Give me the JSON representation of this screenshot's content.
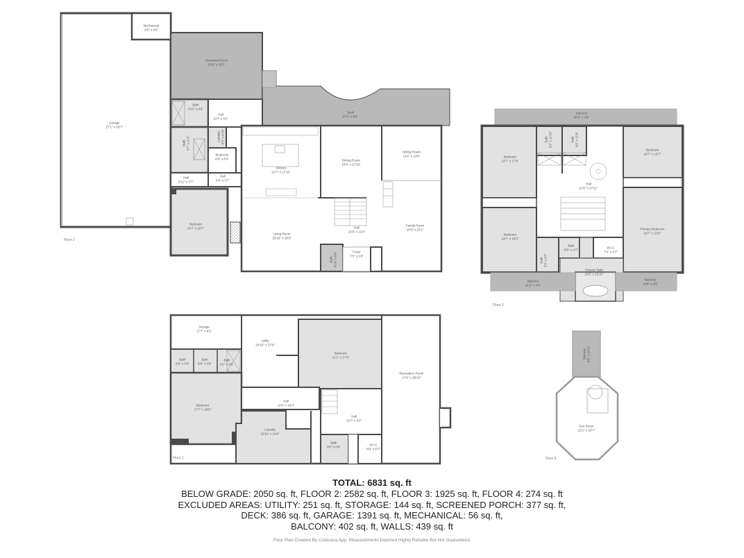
{
  "floors": [
    {
      "name": "Floor 2",
      "rooms": [
        {
          "name": "Garage",
          "size": "27'1\" x 53'7\""
        },
        {
          "name": "Mechanical",
          "size": "9'5\" x 6'0\""
        },
        {
          "name": "Screened Porch",
          "size": "22'9\" x 16'6\""
        },
        {
          "name": "Deck",
          "size": "47'4\" x 9'6\""
        },
        {
          "name": "Bath",
          "size": "8'11\" x 6'2\""
        },
        {
          "name": "Hall",
          "size": "13'7\" x 6'2\""
        },
        {
          "name": "Bath",
          "size": "8'7\" x 11'5\""
        },
        {
          "name": "Laundry",
          "size": "6'3\" x 4'10\""
        },
        {
          "name": "Mudroom",
          "size": "6'8\" x 6'4\""
        },
        {
          "name": "Hall",
          "size": "8'11\" x 3'7\""
        },
        {
          "name": "Hall",
          "size": "8'4\" x 3'7\""
        },
        {
          "name": "Kitchen",
          "size": "21'7\" x 17'10\""
        },
        {
          "name": "Dining Room",
          "size": "15'4\" x 17'10\""
        },
        {
          "name": "Sitting Room",
          "size": "14'6\" x 13'5\""
        },
        {
          "name": "Bedroom",
          "size": "14'7\" x 16'7\""
        },
        {
          "name": "Living Room",
          "size": "19'10\" x 18'9\""
        },
        {
          "name": "Hall",
          "size": "15'8\" x 12'4\""
        },
        {
          "name": "Family Room",
          "size": "14'9\" x 23'1\""
        },
        {
          "name": "Bath",
          "size": "6'10\" x 6'0\""
        },
        {
          "name": "Foyer",
          "size": "7'5\" x 6'9\""
        }
      ]
    },
    {
      "name": "Floor 3",
      "rooms": [
        {
          "name": "Balcony",
          "size": "60'0\" x 3'9\""
        },
        {
          "name": "Bedroom",
          "size": "13'7\" x 17'9\""
        },
        {
          "name": "Bath",
          "size": "6'2\" x 11'10\""
        },
        {
          "name": "Bath",
          "size": "6'5\" x 11'0\""
        },
        {
          "name": "Bedroom",
          "size": "14'7\" x 12'7\""
        },
        {
          "name": "Hall",
          "size": "21'5\" x 27'11\""
        },
        {
          "name": "Bedroom",
          "size": "13'7\" x 16'3\""
        },
        {
          "name": "Primary Bedroom",
          "size": "14'7\" x 21'5\""
        },
        {
          "name": "Bath",
          "size": "8'5\" x 4'7\""
        },
        {
          "name": "W.I.C",
          "size": "7'3\" x 4'7\""
        },
        {
          "name": "Bath",
          "size": "5'2\" x 8'7\""
        },
        {
          "name": "Primary Bath",
          "size": "10'0\" x 10'10\""
        },
        {
          "name": "Balcony",
          "size": "21'3\" x 4'5\""
        },
        {
          "name": "Balcony",
          "size": "14'6\" x 4'5\""
        }
      ]
    },
    {
      "name": "Floor 1",
      "rooms": [
        {
          "name": "Storage",
          "size": "17'7\" x 8'2\""
        },
        {
          "name": "Utility",
          "size": "20'10\" x 17'9\""
        },
        {
          "name": "Bedroom",
          "size": "21'1\" x 17'9\""
        },
        {
          "name": "Recreation Room",
          "size": "17'9\" x 36'10\""
        },
        {
          "name": "Bath",
          "size": "5'6\" x 5'5\""
        },
        {
          "name": "Bath",
          "size": "5'9\" x 5'5\""
        },
        {
          "name": "Bath",
          "size": "6'2\" x 5'5\""
        },
        {
          "name": "Bedroom",
          "size": "17'7\" x 18'0\""
        },
        {
          "name": "Hall",
          "size": "11'6\" x 10'3\""
        },
        {
          "name": "Laundry",
          "size": "19'11\" x 14'8\""
        },
        {
          "name": "Hall",
          "size": "15'7\" x 8'2\""
        },
        {
          "name": "Bath",
          "size": "9'0\" x 6'8\""
        },
        {
          "name": "W.I.C",
          "size": "6'0\" x 6'7\""
        }
      ]
    },
    {
      "name": "Floor 4",
      "rooms": [
        {
          "name": "Balcony",
          "size": "6'9\" x 10'11\""
        },
        {
          "name": "Sun Room",
          "size": "15'2\" x 20'7\""
        }
      ]
    }
  ],
  "summary": {
    "total": "TOTAL: 6831 sq. ft",
    "line1": "BELOW GRADE: 2050 sq. ft, FLOOR 2: 2582 sq. ft, FLOOR 3: 1925 sq. ft, FLOOR 4: 274 sq. ft",
    "line2": "EXCLUDED AREAS: UTILITY: 251 sq. ft, STORAGE: 144 sq. ft, SCREENED PORCH: 377 sq. ft,",
    "line3": "DECK: 386 sq. ft, GARAGE: 1391 sq. ft, MECHANICAL: 56 sq. ft,",
    "line4": "BALCONY: 402 sq. ft, WALLS: 439 sq. ft",
    "credit": "Floor Plan Created By Cubicasa App. Measurements Deemed Highly Reliable But Not Guaranteed."
  },
  "colors": {
    "wall": "#4a4a4a",
    "excluded_fill": "#b9b9b9",
    "wet_fill": "#e2e2e2",
    "room_fill": "#ffffff"
  }
}
